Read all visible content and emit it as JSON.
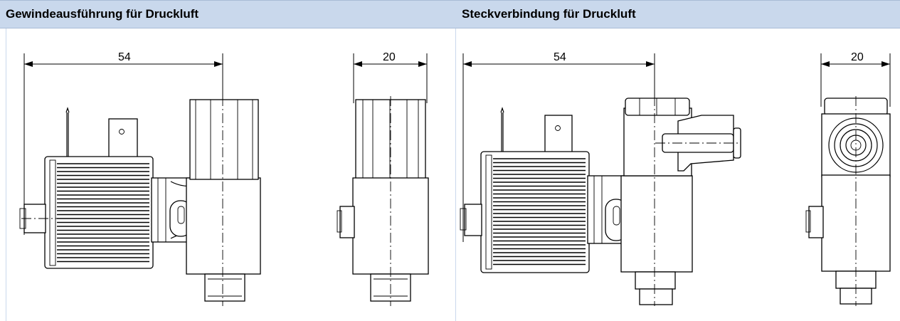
{
  "panels": {
    "left": {
      "title": "Gewindeausführung für Druckluft",
      "dim_length": "54",
      "dim_width": "20"
    },
    "right": {
      "title": "Steckverbindung für Druckluft",
      "dim_length": "54",
      "dim_width": "20"
    }
  }
}
